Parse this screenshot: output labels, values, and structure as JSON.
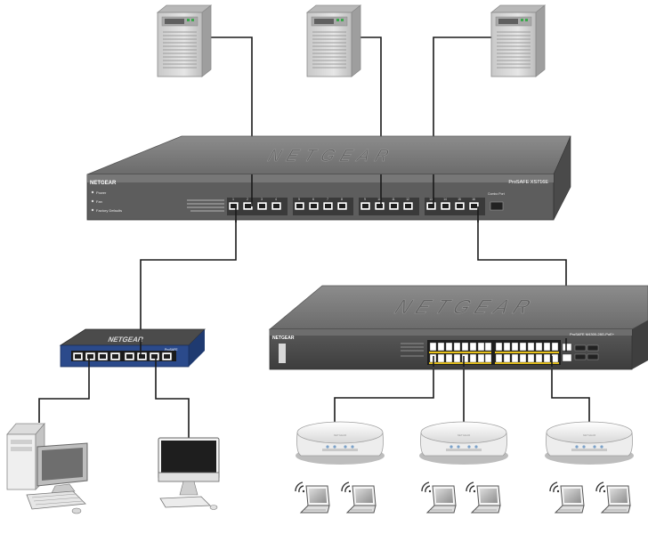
{
  "diagram": {
    "main_switch": {
      "brand": "NETGEAR",
      "model_label": "ProSAFE XS716E",
      "leds": [
        "Power",
        "Fan",
        "Factory Defaults"
      ],
      "port_numbers": [
        "1",
        "2",
        "3",
        "4",
        "5",
        "6",
        "7",
        "8",
        "9",
        "10",
        "11",
        "12",
        "13",
        "14",
        "15",
        "16"
      ],
      "combo_label": "Combo Port"
    },
    "small_switch": {
      "brand": "NETGEAR",
      "model_label": "ProSAFE"
    },
    "poe_switch": {
      "brand": "NETGEAR",
      "model_label": "ProSAFE M4300-28G-PoE+"
    },
    "access_point": {
      "brand": "NETGEAR"
    },
    "colors": {
      "device_body": "#6f6f6f",
      "device_top": "#8a8a8a",
      "small_switch_blue": "#2b4a8b",
      "poe_port": "#e8c21a",
      "cable": "#1a1a1a",
      "server": "#d9d9d9"
    },
    "icons": [
      "server-icon",
      "desktop-computer-icon",
      "imac-icon",
      "laptop-icon",
      "access-point-icon"
    ]
  }
}
